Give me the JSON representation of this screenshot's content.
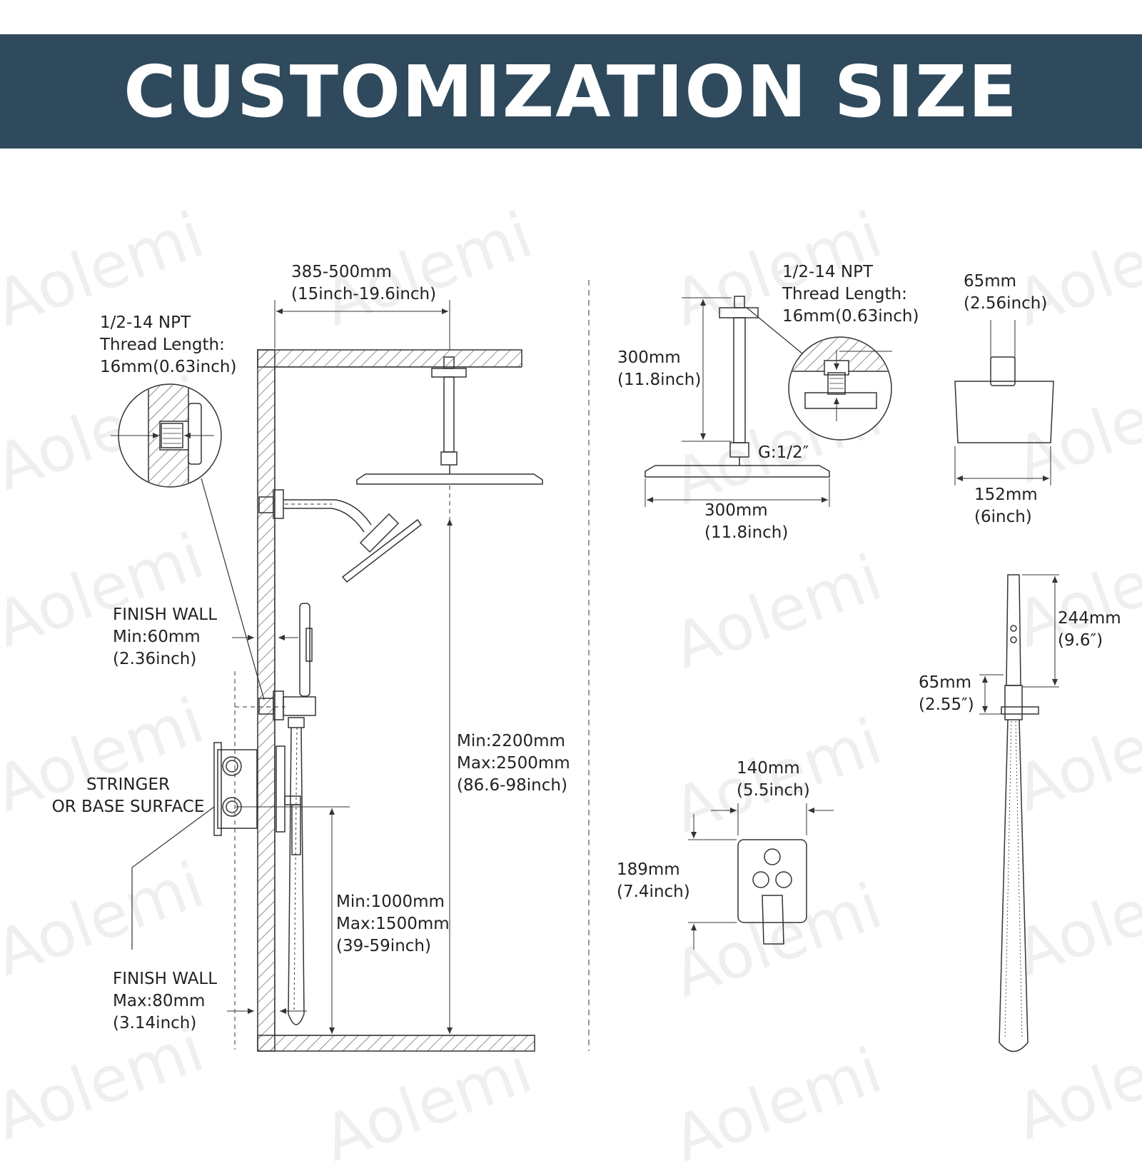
{
  "title": "CUSTOMIZATION SIZE",
  "watermark": "Aolemi",
  "labels": {
    "thread_left": [
      "1/2-14 NPT",
      "Thread Length:",
      "16mm(0.63inch)"
    ],
    "arm_length": [
      "385-500mm",
      "(15inch-19.6inch)"
    ],
    "finish_wall_min": [
      "FINISH WALL",
      "Min:60mm",
      "(2.36inch)"
    ],
    "stringer": [
      "STRINGER",
      "OR BASE SURFACE"
    ],
    "finish_wall_max": [
      "FINISH WALL",
      "Max:80mm",
      "(3.14inch)"
    ],
    "shower_height": [
      "Min:2200mm",
      "Max:2500mm",
      "(86.6-98inch)"
    ],
    "valve_height": [
      "Min:1000mm",
      "Max:1500mm",
      "(39-59inch)"
    ],
    "thread_right": [
      "1/2-14 NPT",
      "Thread Length:",
      "16mm(0.63inch)"
    ],
    "arm_300": [
      "300mm",
      "(11.8inch)"
    ],
    "thread_g": "G:1/2″",
    "head_width": [
      "300mm",
      "(11.8inch)"
    ],
    "head_side_top": [
      "65mm",
      "(2.56inch)"
    ],
    "head_side_bottom": [
      "152mm",
      "(6inch)"
    ],
    "handheld_len": [
      "244mm",
      "(9.6″)"
    ],
    "holder_len": [
      "65mm",
      "(2.55″)"
    ],
    "valve_width": [
      "140mm",
      "(5.5inch)"
    ],
    "valve_height_plate": [
      "189mm",
      "(7.4inch)"
    ]
  },
  "colors": {
    "banner": "#2e4a5c",
    "banner_text": "#ffffff",
    "line": "#333333"
  }
}
